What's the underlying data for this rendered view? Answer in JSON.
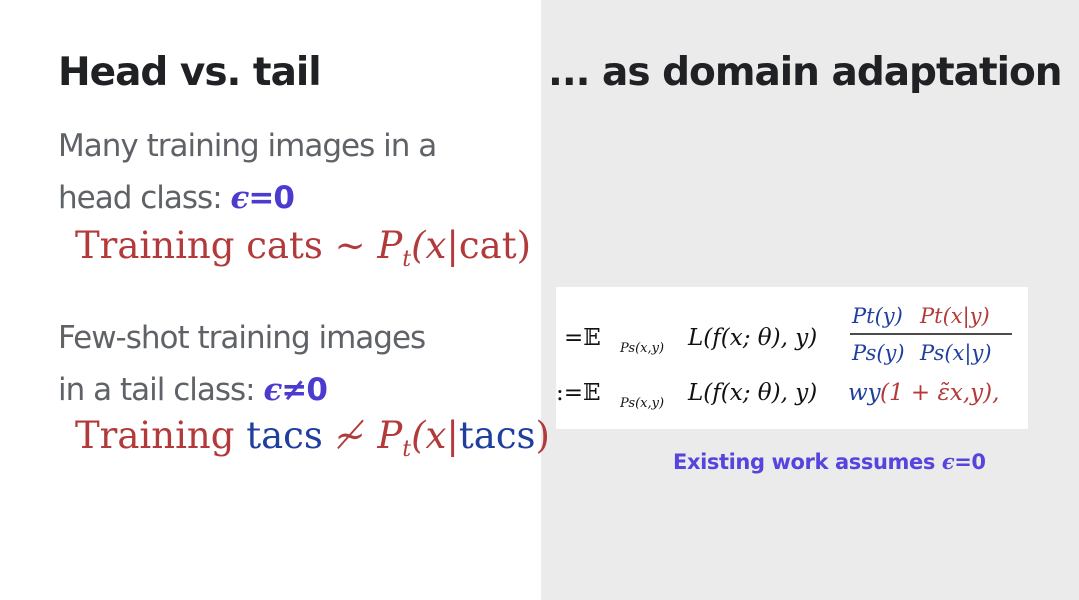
{
  "left": {
    "title": "Head vs. tail",
    "head_line1": "Many training images in a",
    "head_line2": "head class: ",
    "head_eps_symbol": "ϵ",
    "head_eps_value": "=0",
    "math1_word": "Training cats ",
    "math1_sim": "∼ ",
    "math1_P": "P",
    "math1_sub": "t",
    "math1_arg_open": "(x|",
    "math1_class": "cat",
    "math1_close": ")",
    "tail_line1": "Few-shot training images",
    "tail_line2": "in a tail class: ",
    "tail_eps_symbol": "ϵ",
    "tail_eps_value": "≠0",
    "math2_word": "Training ",
    "math2_class_word": "tacs",
    "math2_sim": " ≁ ",
    "math2_P": "P",
    "math2_sub": "t",
    "math2_arg_open": "(x|",
    "math2_class": "tacs",
    "math2_close": ")"
  },
  "right": {
    "title": "... as domain adaptation",
    "formula": {
      "line1_prefix": "=𝔼",
      "line1_sub": "Ps(x,y)",
      "line1_loss": "L(f(x; θ), y)",
      "line1_num_1": "Pt(y)",
      "line1_num_2": "Pt(x|y)",
      "line1_den_1": "Ps(y)",
      "line1_den_2": "Ps(x|y)",
      "line2_prefix": ":=𝔼",
      "line2_sub": "Ps(x,y)",
      "line2_loss": "L(f(x; θ), y)",
      "line2_weight": "wy",
      "line2_tail": "(1 + ε̃x,y),"
    },
    "note_text": "Existing work assumes ",
    "note_eps_symbol": "ϵ",
    "note_eps_value": "=0"
  },
  "colors": {
    "title": "#202124",
    "body_text": "#5f6368",
    "math_red": "#b33a3a",
    "math_blue": "#1f3f9f",
    "epsilon_accent": "#4b3ccf",
    "note_accent": "#5544dd",
    "right_panel_bg": "#ebebeb",
    "formula_box_bg": "#ffffff"
  }
}
